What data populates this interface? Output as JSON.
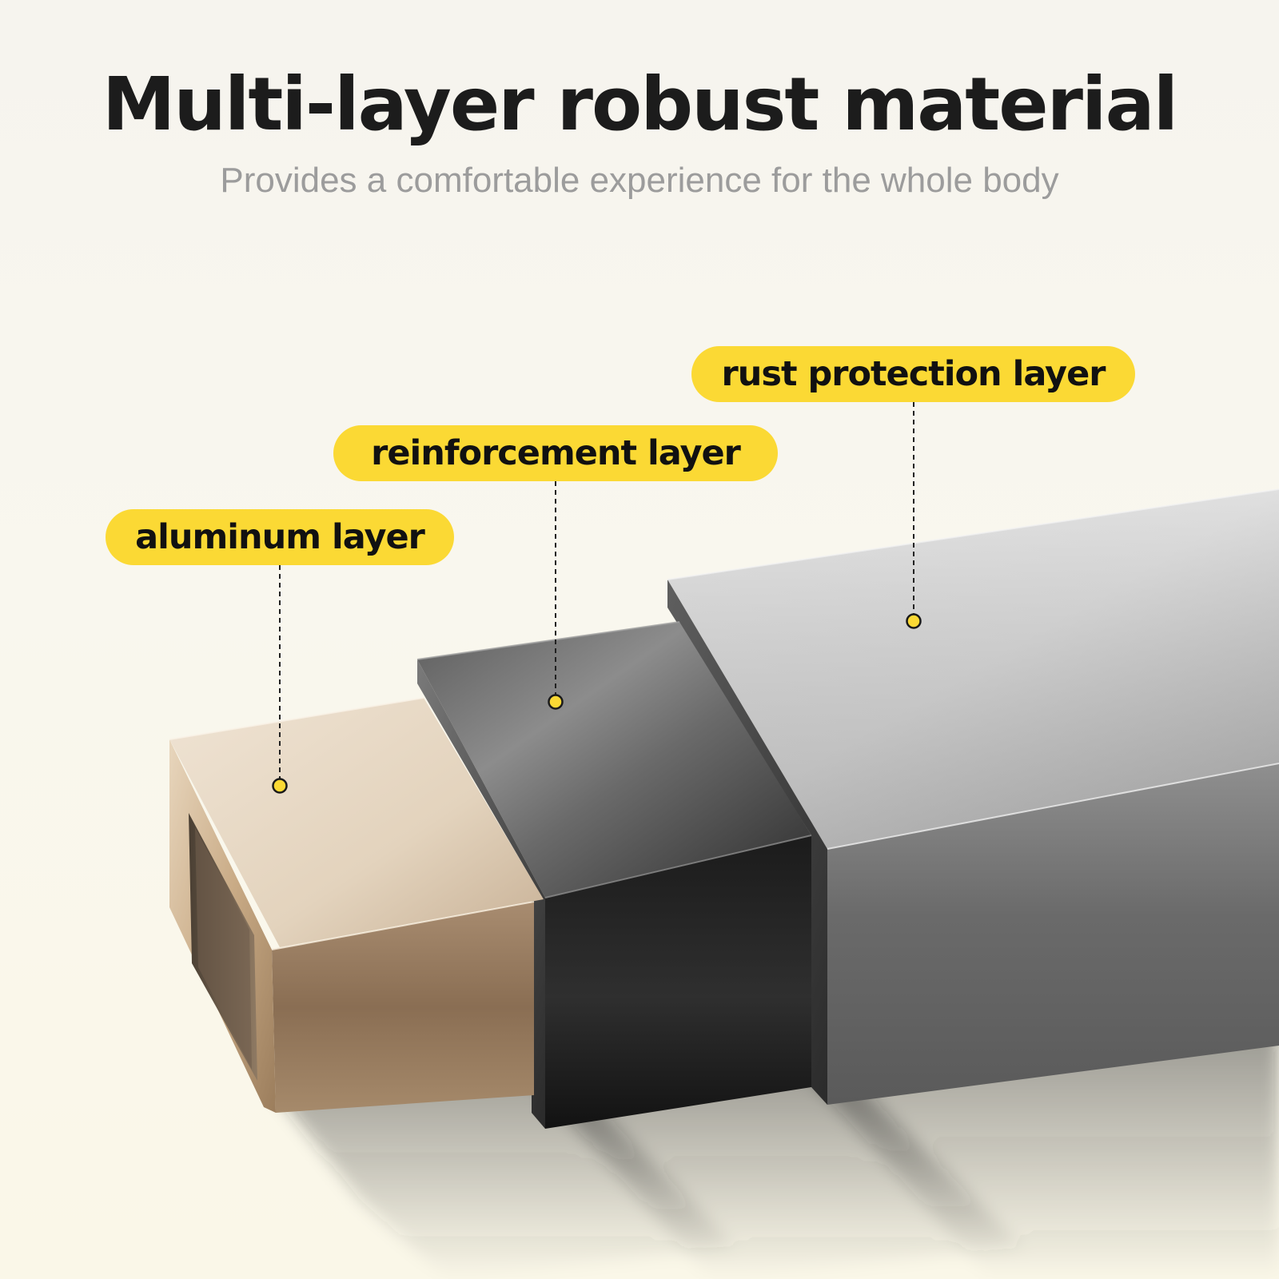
{
  "header": {
    "title": "Multi-layer robust material",
    "subtitle": "Provides a comfortable experience for the whole body"
  },
  "callouts": [
    {
      "label": "aluminum layer"
    },
    {
      "label": "reinforcement layer"
    },
    {
      "label": "rust protection layer"
    }
  ],
  "colors": {
    "background": "#f8f6ec",
    "accent_yellow": "#fbd934",
    "headline": "#1c1c1c",
    "subtitle": "#9c9c9c",
    "aluminum": "#c9b49a",
    "reinforcement": "#3c3c3c",
    "rust_protection": "#9a9a9a"
  }
}
